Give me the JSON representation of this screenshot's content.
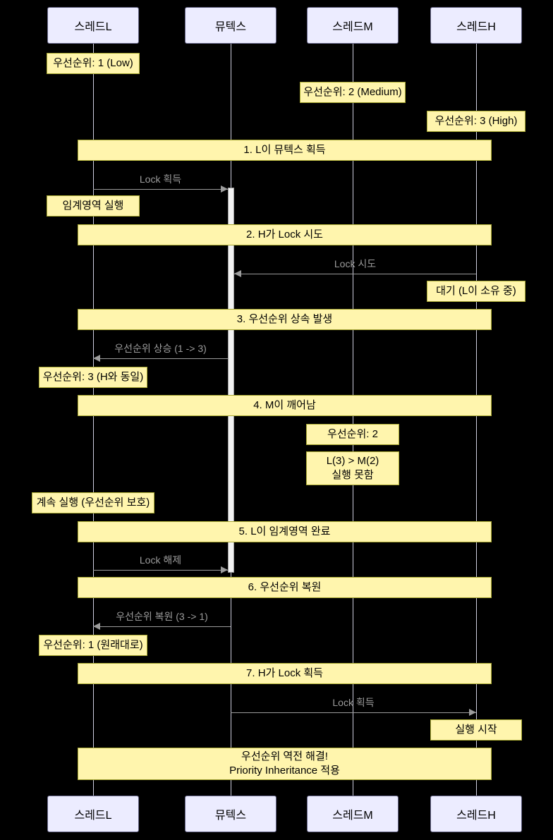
{
  "actors": {
    "thread_l": "스레드L",
    "mutex": "뮤텍스",
    "thread_m": "스레드M",
    "thread_h": "스레드H"
  },
  "notes": {
    "priority_low": "우선순위: 1 (Low)",
    "priority_medium": "우선순위: 2 (Medium)",
    "priority_high": "우선순위: 3 (High)",
    "critical_section_exec": "임계영역 실행",
    "waiting_l_owns": "대기 (L이 소유 중)",
    "priority_3_same_as_h": "우선순위: 3 (H와 동일)",
    "priority_2": "우선순위: 2",
    "blocked_line1": "L(3) > M(2)",
    "blocked_line2": "실행 못함",
    "continue_protected": "계속 실행 (우선순위 보호)",
    "priority_1_restored": "우선순위: 1 (원래대로)",
    "exec_start": "실행 시작"
  },
  "steps": {
    "s1": "1. L이 뮤텍스 획득",
    "s2": "2. H가 Lock 시도",
    "s3": "3. 우선순위 상속 발생",
    "s4": "4. M이 깨어남",
    "s5": "5. L이 임계영역 완료",
    "s6": "6. 우선순위 복원",
    "s7": "7. H가 Lock 획득"
  },
  "conclusion": {
    "line1": "우선순위 역전 해결!",
    "line2": "Priority Inheritance 적용"
  },
  "messages": {
    "lock_acquire_1": "Lock 획득",
    "lock_try": "Lock 시도",
    "priority_boost": "우선순위 상승 (1 -> 3)",
    "lock_release": "Lock 해제",
    "priority_restore": "우선순위 복원 (3 -> 1)",
    "lock_acquire_2": "Lock 획득"
  },
  "colors": {
    "background": "#000000",
    "actor_fill": "#ECECFF",
    "actor_border": "#666688",
    "note_fill": "#FFF5AD",
    "note_border": "#AAAA33",
    "signal": "#9C9C9C",
    "activation_fill": "#F2F2F2",
    "lifeline": "#CFCFE0"
  }
}
